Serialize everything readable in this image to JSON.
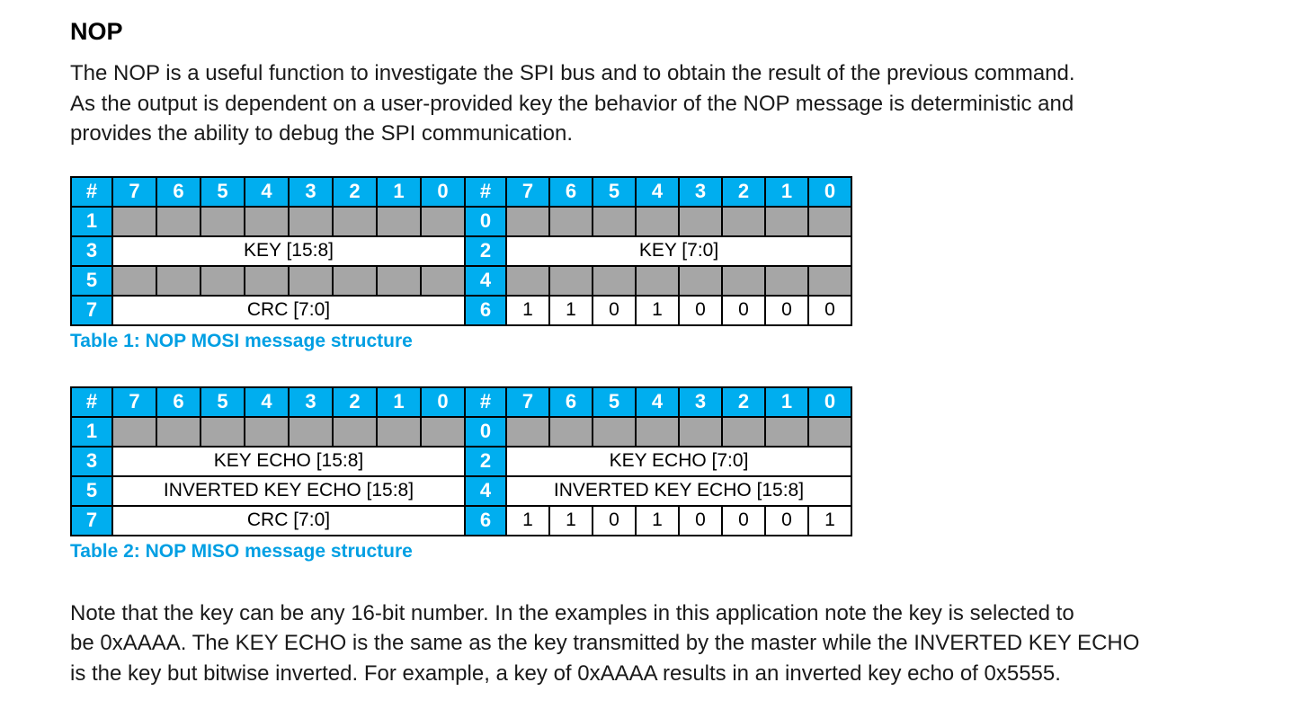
{
  "doc": {
    "title": "NOP",
    "intro_lines": [
      "The NOP is a useful function to investigate the SPI bus and to obtain the result of the previous command.",
      "As the output is dependent on a user-provided key the behavior of the NOP message is deterministic and",
      "provides the ability to debug the SPI communication."
    ],
    "closing_lines": [
      "Note that the key can be any 16-bit number. In the examples in this application note the key is selected to",
      "be 0xAAAA. The KEY ECHO is the same as the key transmitted by the master while the INVERTED KEY ECHO",
      "is the key but bitwise inverted. For example, a key of 0xAAAA results in an inverted key echo of 0x5555."
    ]
  },
  "colors": {
    "header_blue": "#00AEEF",
    "gray_fill": "#A6A6A6",
    "caption_blue": "#009FE3",
    "text_color": "#1a1a1a"
  },
  "tables": [
    {
      "caption": "Table 1: NOP MOSI message structure",
      "header": [
        "#",
        "7",
        "6",
        "5",
        "4",
        "3",
        "2",
        "1",
        "0",
        "#",
        "7",
        "6",
        "5",
        "4",
        "3",
        "2",
        "1",
        "0"
      ],
      "rows": [
        {
          "left_num": "1",
          "right_num": "0"
        },
        {
          "left_num": "3",
          "left_label": "KEY [15:8]",
          "right_num": "2",
          "right_label": "KEY [7:0]"
        },
        {
          "left_num": "5",
          "right_num": "4"
        },
        {
          "left_num": "7",
          "left_label": "CRC [7:0]",
          "right_num": "6",
          "right_bits": [
            "1",
            "1",
            "0",
            "1",
            "0",
            "0",
            "0",
            "0"
          ]
        }
      ]
    },
    {
      "caption": "Table 2: NOP MISO message structure",
      "header": [
        "#",
        "7",
        "6",
        "5",
        "4",
        "3",
        "2",
        "1",
        "0",
        "#",
        "7",
        "6",
        "5",
        "4",
        "3",
        "2",
        "1",
        "0"
      ],
      "rows": [
        {
          "left_num": "1",
          "right_num": "0"
        },
        {
          "left_num": "3",
          "left_label": "KEY ECHO [15:8]",
          "right_num": "2",
          "right_label": "KEY ECHO [7:0]"
        },
        {
          "left_num": "5",
          "left_label": "INVERTED KEY ECHO [15:8]",
          "right_num": "4",
          "right_label": "INVERTED KEY ECHO [15:8]"
        },
        {
          "left_num": "7",
          "left_label": "CRC [7:0]",
          "right_num": "6",
          "right_bits": [
            "1",
            "1",
            "0",
            "1",
            "0",
            "0",
            "0",
            "1"
          ]
        }
      ]
    }
  ]
}
